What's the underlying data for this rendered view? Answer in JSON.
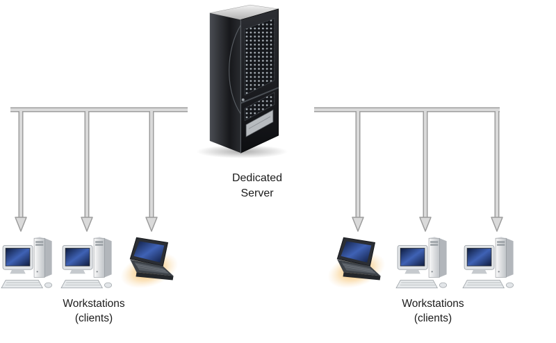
{
  "server": {
    "icon": "server-tower-icon",
    "label_line1": "Dedicated",
    "label_line2": "Server"
  },
  "groups": {
    "left": {
      "label_line1": "Workstations",
      "label_line2": "(clients)",
      "machines": [
        "desktop-pc",
        "desktop-pc",
        "laptop"
      ]
    },
    "right": {
      "label_line1": "Workstations",
      "label_line2": "(clients)",
      "machines": [
        "laptop",
        "desktop-pc",
        "desktop-pc"
      ]
    }
  },
  "connectors": {
    "left_arrow_count": 3,
    "right_arrow_count": 3,
    "direction": "server-to-clients"
  },
  "colors": {
    "background": "#ffffff",
    "text": "#1a1a1a",
    "connector_outline": "#9c9c9c",
    "connector_fill": "#dadada",
    "server_body": "#1b1d21",
    "screen_blue": "#3f62b5",
    "laptop_glow": "#f7b24a"
  }
}
